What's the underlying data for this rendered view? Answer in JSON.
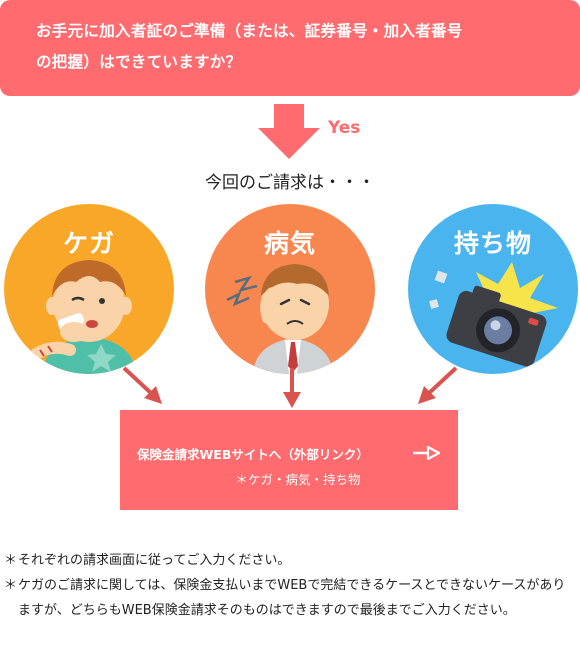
{
  "question": {
    "line1": "お手元に加入者証のご準備（または、証券番号・加入者番号",
    "line2": "の把握）はできていますか？"
  },
  "yes_label": "Yes",
  "prompt": "今回のご請求は・・・",
  "categories": [
    {
      "title": "ケガ",
      "color": "#f8a728"
    },
    {
      "title": "病気",
      "color": "#f7874f"
    },
    {
      "title": "持ち物",
      "color": "#4ab4ef"
    }
  ],
  "cta": {
    "main": "保険金請求WEBサイトへ（外部リンク）",
    "sub": "＊ケガ・病気・持ち物"
  },
  "notes": {
    "marker": "＊",
    "note1": "それぞれの請求画面に従ってご入力ください。",
    "note2": "ケガのご請求に関しては、保険金支払いまでWEBで完結できるケースとできないケースがありますが、どちらもWEB保険金請求そのものはできますので最後までご入力ください。"
  },
  "colors": {
    "accent": "#ff6b6e",
    "arrow": "#d9534f"
  }
}
